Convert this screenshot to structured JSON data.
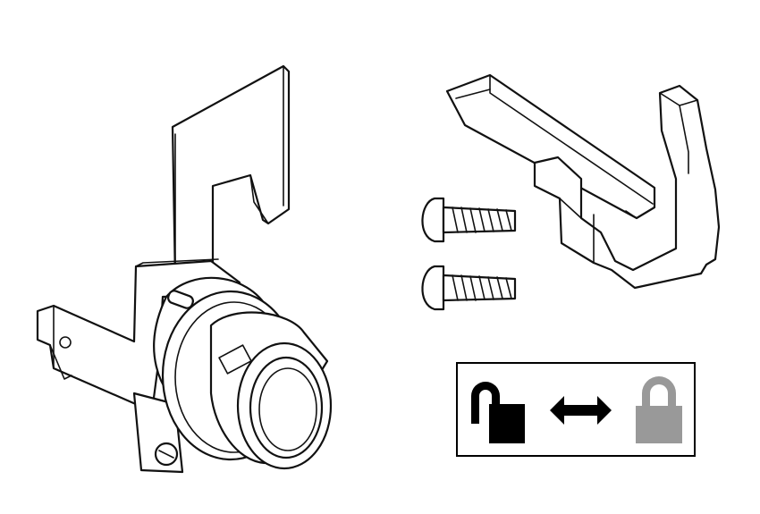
{
  "figure": {
    "parts": [
      "lock-cylinder-with-bracket",
      "latch-bar",
      "screw",
      "screw",
      "lock-direction-label"
    ],
    "label": {
      "icons": [
        "unlocked-padlock-icon",
        "double-arrow-icon",
        "locked-padlock-icon"
      ],
      "colors": {
        "unlocked": "#000000",
        "arrow": "#000000",
        "locked": "#999999",
        "border": "#000000"
      }
    }
  }
}
